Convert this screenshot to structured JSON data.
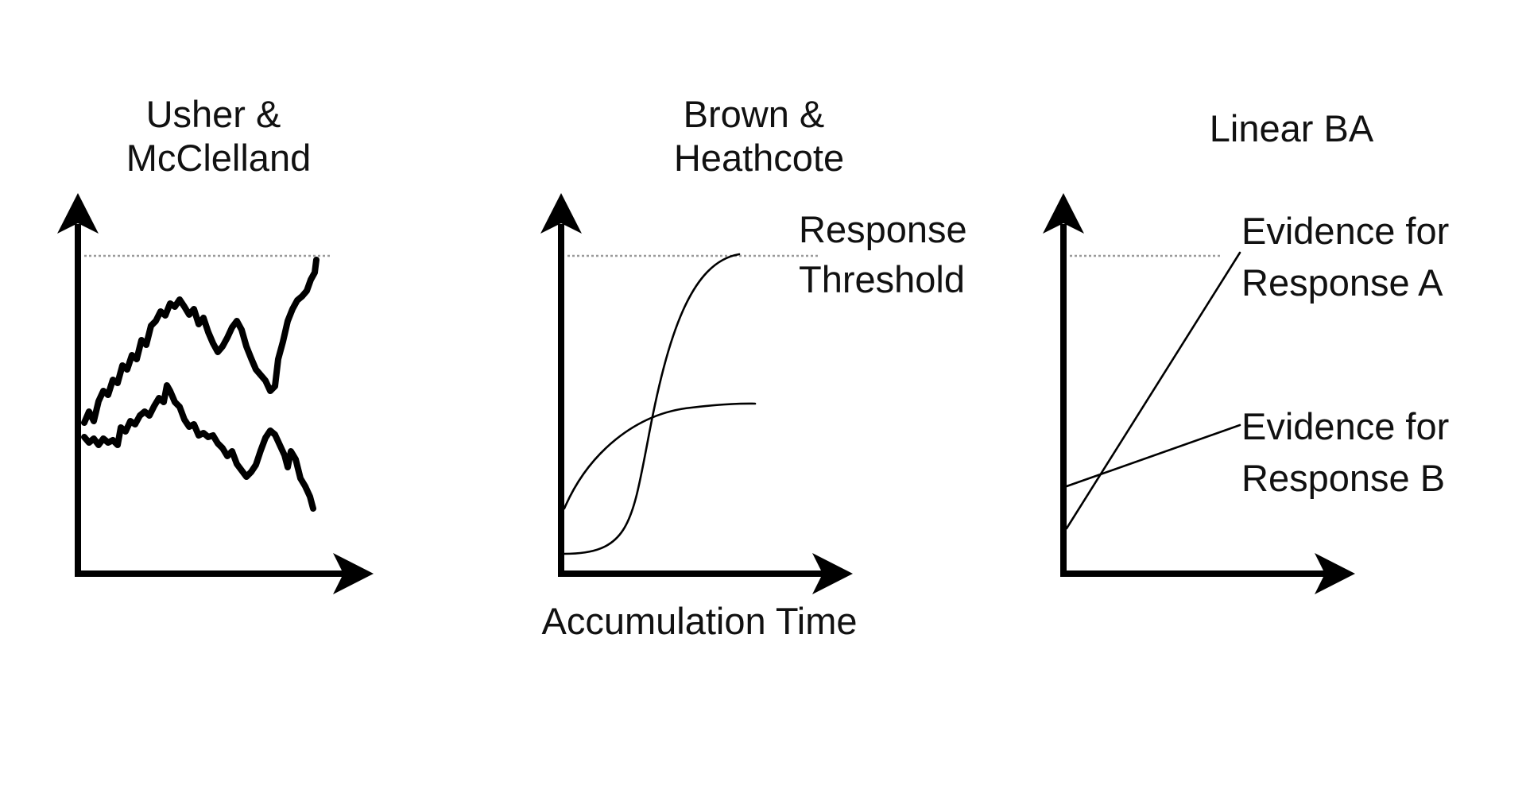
{
  "panels": [
    {
      "title_lines": [
        "Usher &",
        "McClelland"
      ]
    },
    {
      "title_lines": [
        "Brown &",
        "Heathcote"
      ]
    },
    {
      "title_lines": [
        "Linear BA"
      ]
    }
  ],
  "labels": {
    "threshold_lines": [
      "Response",
      "Threshold"
    ],
    "x_axis": "Accumulation Time",
    "evidence_a_lines": [
      "Evidence for",
      "Response A"
    ],
    "evidence_b_lines": [
      "Evidence for",
      "Response B"
    ]
  },
  "colors": {
    "ink": "#000000",
    "threshold": "#9a9a9a"
  }
}
